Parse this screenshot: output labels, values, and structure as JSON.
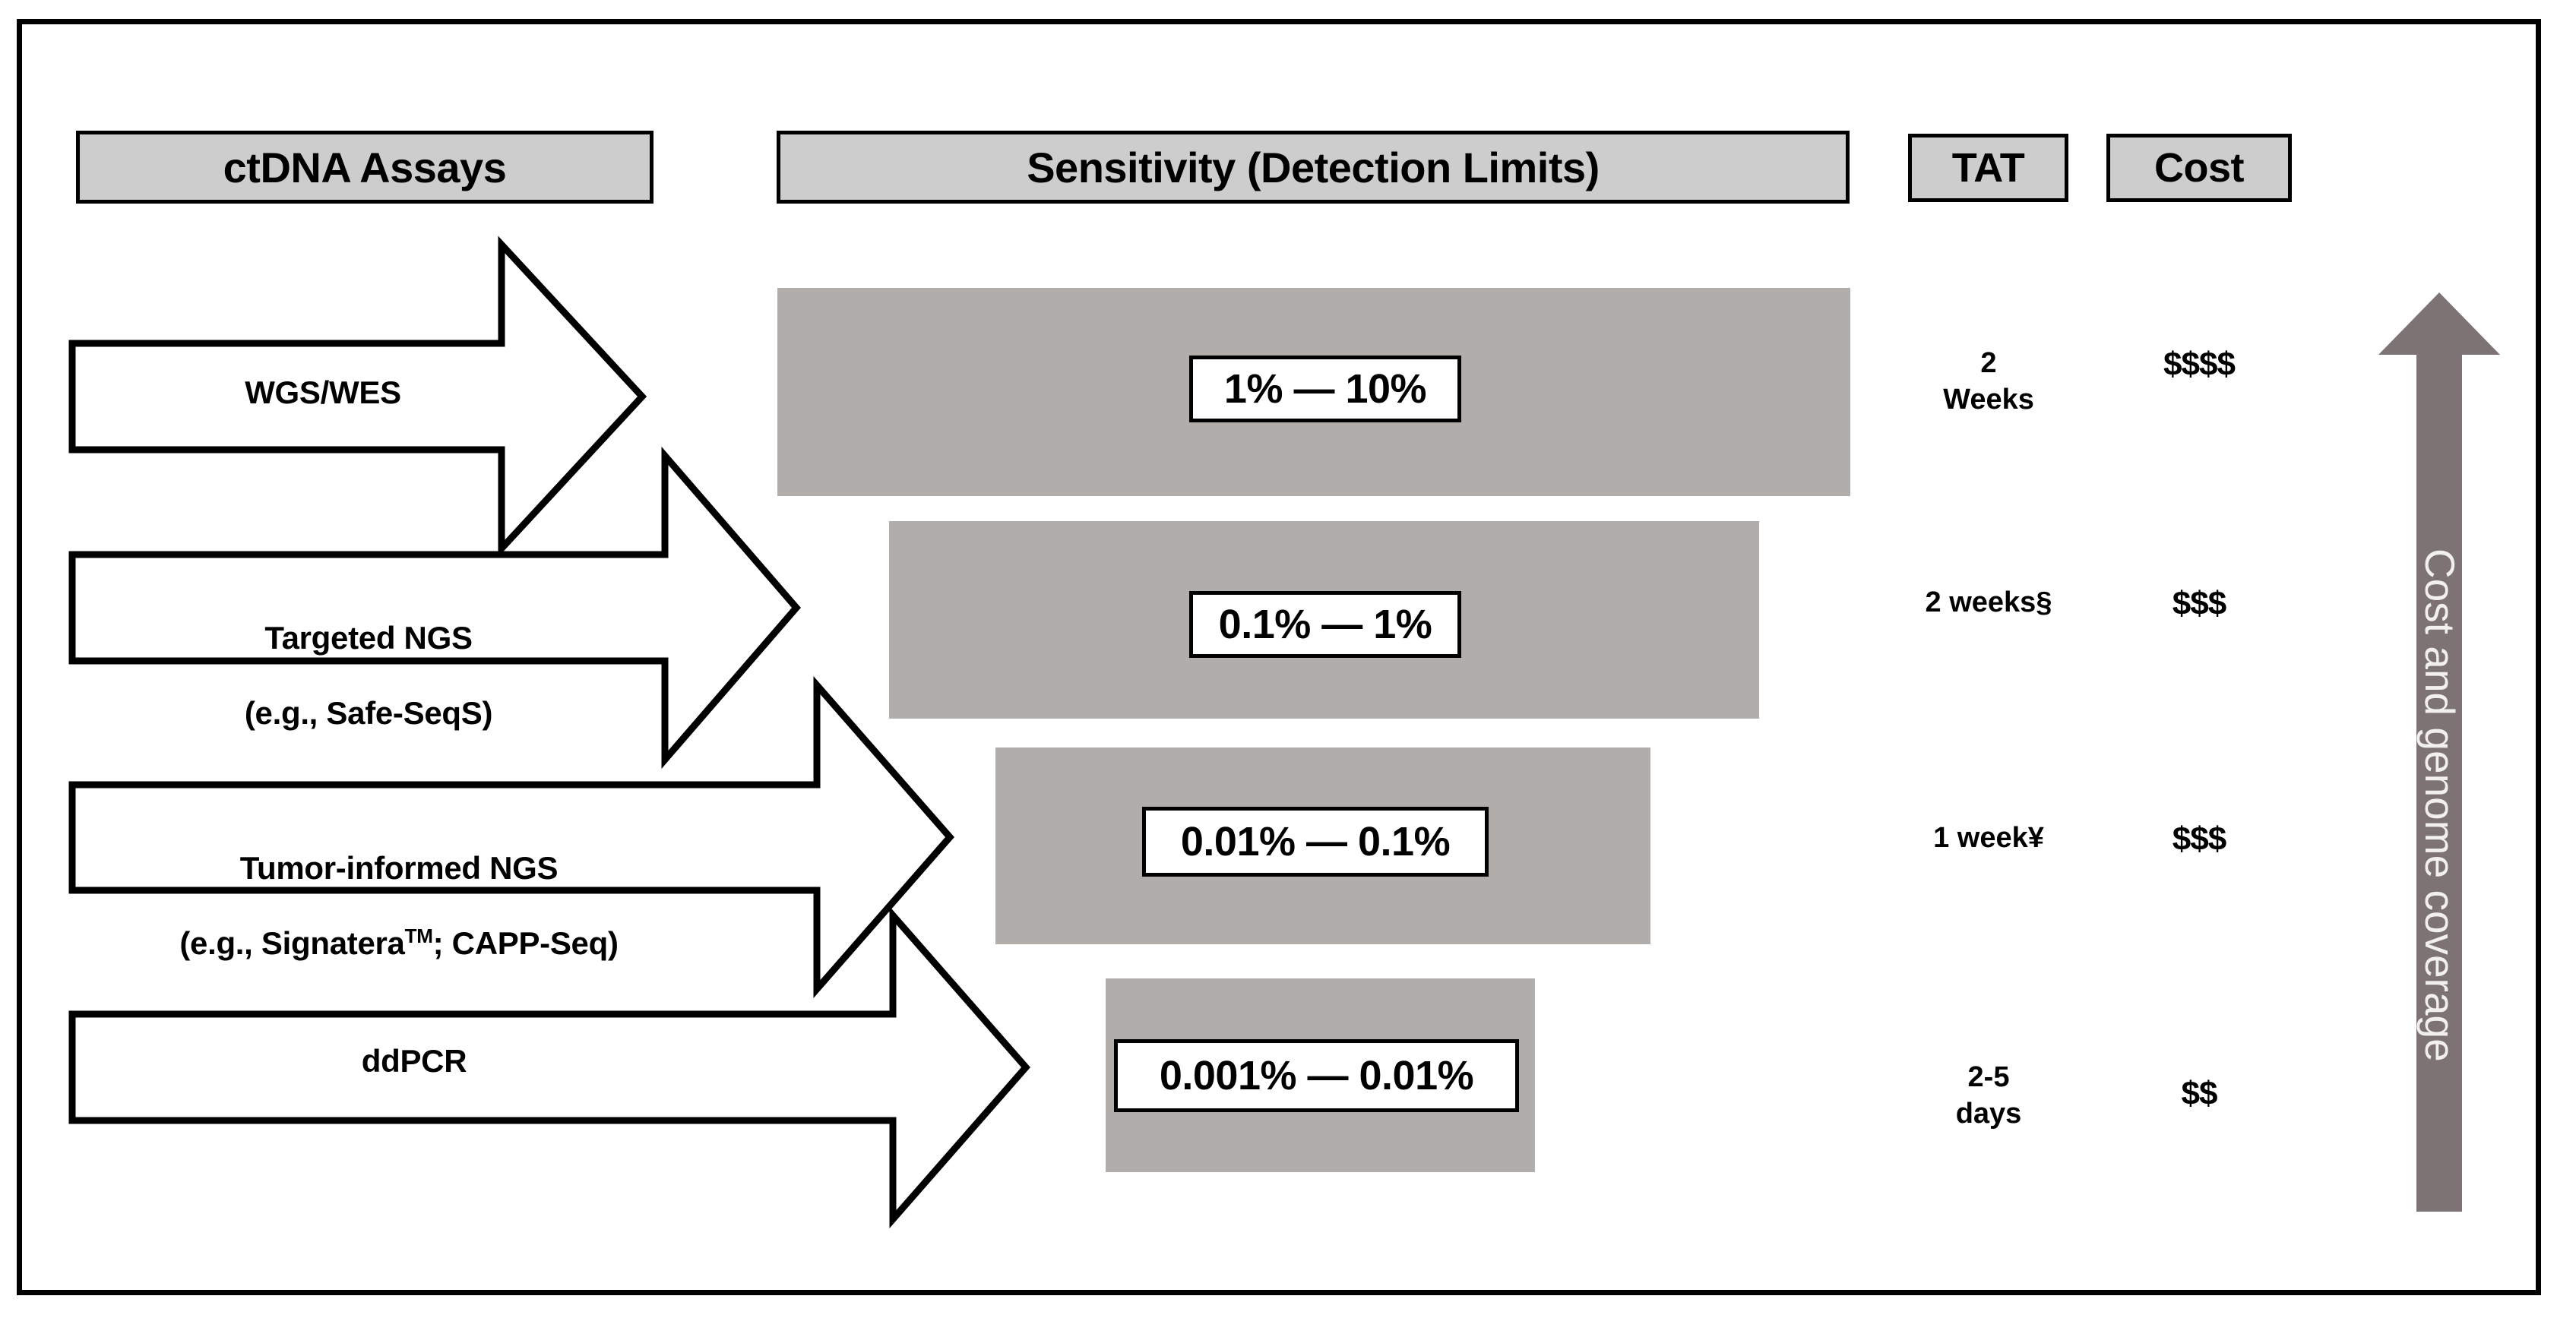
{
  "figure": {
    "headers": {
      "assays": "ctDNA Assays",
      "sensitivity": "Sensitivity (Detection Limits)",
      "tat": "TAT",
      "cost": "Cost"
    },
    "trend_arrow": {
      "label": "Cost and genome coverage",
      "direction": "up",
      "color": "#7d7374",
      "text_color": "#f2f0ef"
    },
    "colors": {
      "header_fill": "#cdcdcd",
      "bar_fill": "#b1adab",
      "outline": "#000000",
      "page_background": "#ffffff"
    },
    "rows": [
      {
        "assay": "WGS/WES",
        "assay_line1": "WGS/WES",
        "assay_line2": "",
        "sensitivity": "1% — 10%",
        "tat": "2\nWeeks",
        "cost": "$$$$"
      },
      {
        "assay": "Targeted NGS (e.g., Safe-SeqS)",
        "assay_line1": "Targeted NGS",
        "assay_line2": "(e.g., Safe-SeqS)",
        "sensitivity": "0.1% — 1%",
        "tat": "2 weeks§",
        "cost": "$$$"
      },
      {
        "assay": "Tumor-informed NGS (e.g., Signatera™; CAPP-Seq)",
        "assay_line1": "Tumor-informed NGS",
        "assay_line2": "(e.g., Signatera™; CAPP-Seq)",
        "sensitivity": "0.01% — 0.1%",
        "tat": "1 week¥",
        "cost": "$$$"
      },
      {
        "assay": "ddPCR",
        "assay_line1": "ddPCR",
        "assay_line2": "",
        "sensitivity": "0.001% — 0.01%",
        "tat": "2-5\ndays",
        "cost": "$$"
      }
    ]
  },
  "chart_data": {
    "type": "table",
    "title": "ctDNA Assays — Sensitivity, Turnaround Time and Cost",
    "columns": [
      "ctDNA Assays",
      "Sensitivity (Detection Limits)",
      "TAT",
      "Cost"
    ],
    "rows": [
      [
        "WGS/WES",
        "1% — 10%",
        "2 Weeks",
        "$$$$"
      ],
      [
        "Targeted NGS (e.g., Safe-SeqS)",
        "0.1% — 1%",
        "2 weeks§",
        "$$$"
      ],
      [
        "Tumor-informed NGS (e.g., Signatera™; CAPP-Seq)",
        "0.01% — 0.1%",
        "1 week¥",
        "$$$"
      ],
      [
        "ddPCR",
        "0.001% — 0.01%",
        "2-5 days",
        "$$"
      ]
    ],
    "sensitivity_bar_relative_widths": [
      1.0,
      0.81,
      0.61,
      0.4
    ],
    "annotations": [
      "Cost and genome coverage increases upward"
    ]
  }
}
